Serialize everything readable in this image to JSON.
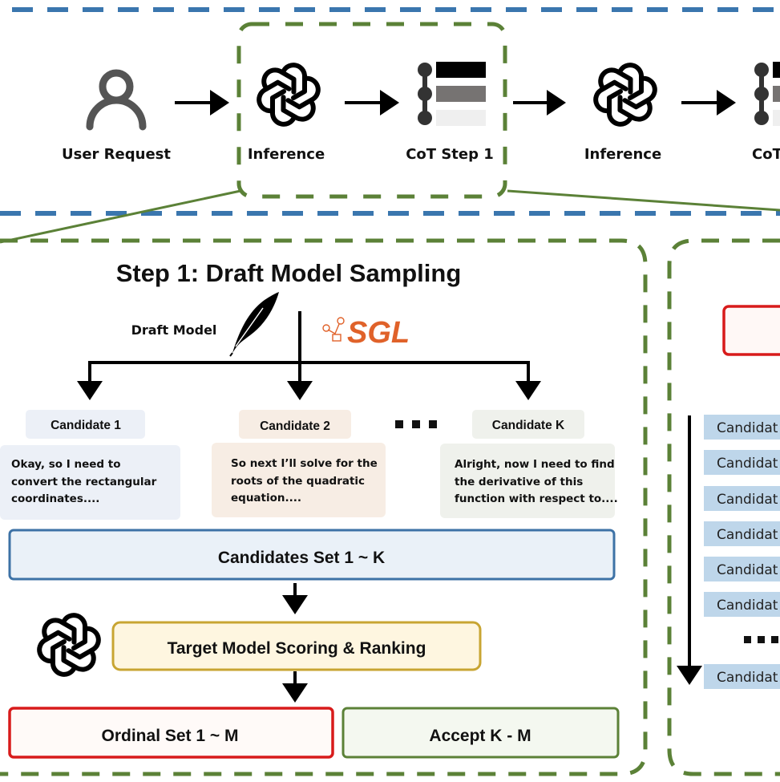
{
  "colors": {
    "blue_dash": "#3a76ae",
    "green_dash": "#5b8137",
    "red_border": "#d81b1b",
    "yellow_border": "#c8a532",
    "green_border": "#5b8137",
    "blue_border": "#3d72a6",
    "sgl_orange": "#e0622a",
    "rank_bg": "#bed6ea"
  },
  "pipeline": {
    "stages": [
      {
        "icon": "user-icon",
        "label": "User Request"
      },
      {
        "icon": "openai-logo-icon",
        "label": "Inference"
      },
      {
        "icon": "cot-step-icon",
        "label": "CoT Step 1"
      },
      {
        "icon": "openai-logo-icon",
        "label": "Inference"
      },
      {
        "icon": "cot-step-icon",
        "label": "CoT"
      }
    ]
  },
  "step1": {
    "title": "Step 1: Draft Model Sampling",
    "draft_model_label": "Draft Model",
    "draft_icon": "feather-icon",
    "engine_logo": "SGL",
    "ellipsis": "■ ■ ■",
    "candidates": [
      {
        "label": "Candidate 1",
        "text": [
          "Okay, so I need to",
          "convert the rectangular",
          "coordinates...."
        ]
      },
      {
        "label": "Candidate 2",
        "text": [
          "So next I’ll solve for the",
          "roots of the quadratic",
          "equation...."
        ]
      },
      {
        "label": "Candidate K",
        "text": [
          "Alright, now I need to find",
          "the derivative of this",
          "function with respect to...."
        ]
      }
    ],
    "candidates_set": "Candidates Set 1 ~ K",
    "scoring": "Target Model Scoring & Ranking",
    "ordinal_set": "Ordinal Set 1 ~ M",
    "accept": "Accept K - M"
  },
  "step2": {
    "ranked_items": [
      "Candidat",
      "Candidat",
      "Candidat",
      "Candidat",
      "Candidat",
      "Candidat",
      "Candidat"
    ],
    "ellipsis": "■ ■ ■"
  }
}
